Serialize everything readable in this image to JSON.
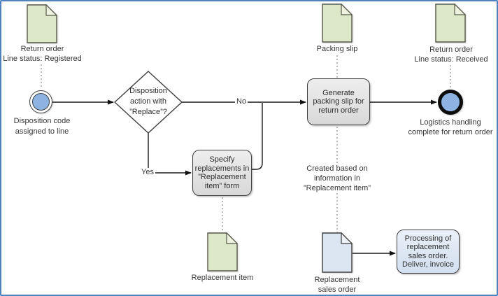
{
  "colors": {
    "frame": "#4f81bd",
    "doc_green_fill": "#dde8c9",
    "doc_green_fold": "#eef3e0",
    "doc_blue_fill": "#dce6f2",
    "doc_blue_fold": "#eef3fa",
    "event_fill": "#8db3e2",
    "task_gray_fill": "#e3e3e3",
    "task_blue_fill": "#dde7f3",
    "solid_line": "#1a1a1a",
    "dotted_line": "#8c8c8c"
  },
  "documents": {
    "return_order_registered": {
      "lines": [
        "Return order",
        "Line status: Registered"
      ]
    },
    "packing_slip": {
      "lines": [
        "Packing slip"
      ]
    },
    "return_order_received": {
      "lines": [
        "Return order",
        "Line status: Received"
      ]
    },
    "replacement_item": {
      "lines": [
        "Replacement item"
      ]
    },
    "replacement_sales_order": {
      "lines": [
        "Replacement",
        "sales order"
      ]
    }
  },
  "events": {
    "start": {
      "lines": [
        "Disposition code",
        "assigned to line"
      ]
    },
    "end": {
      "lines": [
        "Logistics handling",
        "complete for return order"
      ]
    }
  },
  "gateway": {
    "lines": [
      "Disposition",
      "action with",
      "”Replace”?"
    ]
  },
  "tasks": {
    "specify_replacements": {
      "lines": [
        "Specify",
        "replacements in",
        "”Replacement",
        "item” form"
      ]
    },
    "generate_packing_slip": {
      "lines": [
        "Generate",
        "packing slip for",
        "return order"
      ]
    },
    "processing_sales_order": {
      "lines": [
        "Processing of",
        "replacement",
        "sales order.",
        "Deliver, invoice"
      ]
    }
  },
  "edge_labels": {
    "no": "No",
    "yes": "Yes"
  },
  "annotation": {
    "lines": [
      "Created based on",
      "information in",
      "”Replacement item”"
    ]
  }
}
